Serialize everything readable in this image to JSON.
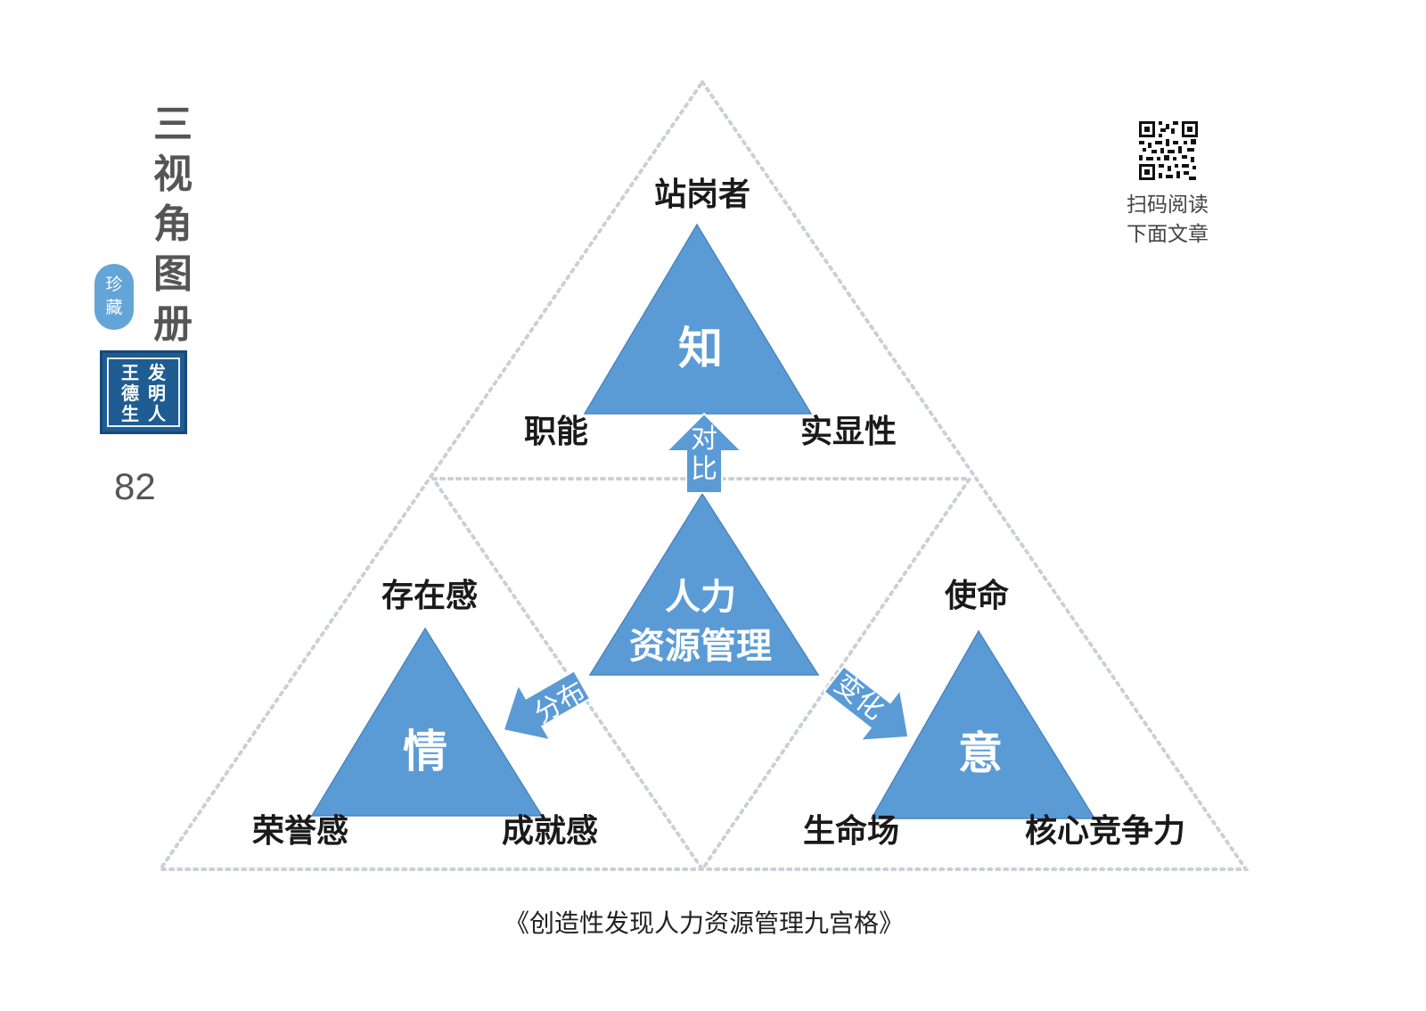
{
  "side_panel": {
    "title_chars": [
      "三",
      "视",
      "角",
      "图",
      "册"
    ],
    "oval_stamp_chars": [
      "珍",
      "藏"
    ],
    "seal_columns": [
      [
        "发",
        "明",
        "人"
      ],
      [
        "王",
        "德",
        "生"
      ]
    ],
    "page_number": "82"
  },
  "qr": {
    "caption_lines": [
      "扫码阅读",
      "下面文章"
    ]
  },
  "colors": {
    "triangle_fill": "#5b9bd5",
    "triangle_stroke": "#4a86c0",
    "dotted_line": "#c9d0d8",
    "seal_blue": "#1f5c92",
    "label_text": "#1a1a1a"
  },
  "diagram": {
    "top": {
      "center": "知",
      "apex_label": "站岗者",
      "left_label": "职能",
      "right_label": "实显性"
    },
    "center": {
      "line1": "人力",
      "line2": "资源管理"
    },
    "left": {
      "center": "情",
      "apex_label": "存在感",
      "left_label": "荣誉感",
      "right_label": "成就感"
    },
    "right": {
      "center": "意",
      "apex_label": "使命",
      "left_label": "生命场",
      "right_label": "核心竞争力"
    },
    "arrows": {
      "up": [
        "对",
        "比"
      ],
      "left": "分布",
      "right": "变化"
    }
  },
  "caption": "《创造性发现人力资源管理九宫格》"
}
